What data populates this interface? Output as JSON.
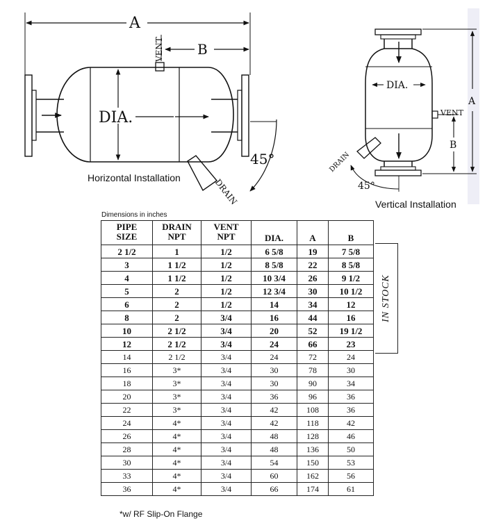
{
  "horizontal": {
    "dim_a": "A",
    "dim_b": "B",
    "dia": "DIA.",
    "vent": "VENT",
    "drain": "DRAIN",
    "angle": "45°",
    "caption": "Horizontal Installation"
  },
  "vertical": {
    "dim_a": "A",
    "dim_b": "B",
    "dia": "DIA.",
    "vent": "VENT",
    "drain": "DRAIN",
    "angle": "45°",
    "caption": "Vertical Installation"
  },
  "table": {
    "caption": "Dimensions in inches",
    "headers": {
      "pipe_1": "PIPE",
      "pipe_2": "SIZE",
      "drain_1": "DRAIN",
      "drain_2": "NPT",
      "vent_1": "VENT",
      "vent_2": "NPT",
      "dia": "DIA.",
      "a": "A",
      "b": "B"
    },
    "rows": [
      [
        "2 1/2",
        "1",
        "1/2",
        "6 5/8",
        "19",
        "7 5/8"
      ],
      [
        "3",
        "1 1/2",
        "1/2",
        "8 5/8",
        "22",
        "8 5/8"
      ],
      [
        "4",
        "1 1/2",
        "1/2",
        "10 3/4",
        "26",
        "9 1/2"
      ],
      [
        "5",
        "2",
        "1/2",
        "12 3/4",
        "30",
        "10 1/2"
      ],
      [
        "6",
        "2",
        "1/2",
        "14",
        "34",
        "12"
      ],
      [
        "8",
        "2",
        "3/4",
        "16",
        "44",
        "16"
      ],
      [
        "10",
        "2 1/2",
        "3/4",
        "20",
        "52",
        "19 1/2"
      ],
      [
        "12",
        "2 1/2",
        "3/4",
        "24",
        "66",
        "23"
      ],
      [
        "14",
        "2 1/2",
        "3/4",
        "24",
        "72",
        "24"
      ],
      [
        "16",
        "3*",
        "3/4",
        "30",
        "78",
        "30"
      ],
      [
        "18",
        "3*",
        "3/4",
        "30",
        "90",
        "34"
      ],
      [
        "20",
        "3*",
        "3/4",
        "36",
        "96",
        "36"
      ],
      [
        "22",
        "3*",
        "3/4",
        "42",
        "108",
        "36"
      ],
      [
        "24",
        "4*",
        "3/4",
        "42",
        "118",
        "42"
      ],
      [
        "26",
        "4*",
        "3/4",
        "48",
        "128",
        "46"
      ],
      [
        "28",
        "4*",
        "3/4",
        "48",
        "136",
        "50"
      ],
      [
        "30",
        "4*",
        "3/4",
        "54",
        "150",
        "53"
      ],
      [
        "33",
        "4*",
        "3/4",
        "60",
        "162",
        "56"
      ],
      [
        "36",
        "4*",
        "3/4",
        "66",
        "174",
        "61"
      ]
    ],
    "stock_label": "IN STOCK",
    "footnote": "*w/ RF Slip-On Flange"
  }
}
